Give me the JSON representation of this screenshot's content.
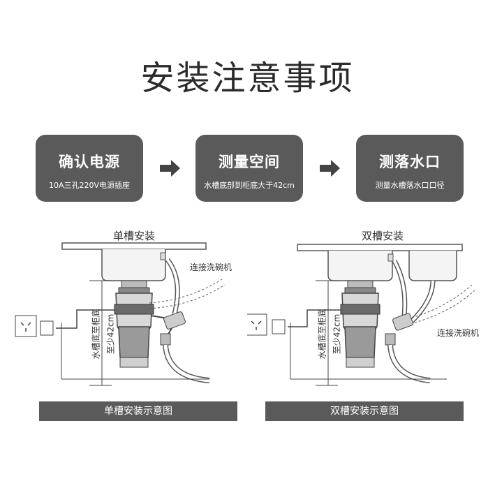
{
  "title": "安装注意事项",
  "steps": [
    {
      "heading": "确认电源",
      "detail": "10A三孔220V电源插座"
    },
    {
      "heading": "测量空间",
      "detail": "水槽底部到柜底大于42cm"
    },
    {
      "heading": "测落水口",
      "detail": "测量水槽落水口口径"
    }
  ],
  "diagrams": [
    {
      "title": "单槽安装",
      "dishwasher_label": "连接洗碗机",
      "measure_label_1": "水槽底至柜底",
      "measure_label_2": "至少42cm",
      "caption": "单槽安装示意图"
    },
    {
      "title": "双槽安装",
      "dishwasher_label": "连接洗碗机",
      "measure_label_1": "水槽底至柜底",
      "measure_label_2": "至少42cm",
      "caption": "双槽安装示意图"
    }
  ],
  "colors": {
    "panel": "#5a5a5a",
    "text": "#2b2b2b"
  }
}
